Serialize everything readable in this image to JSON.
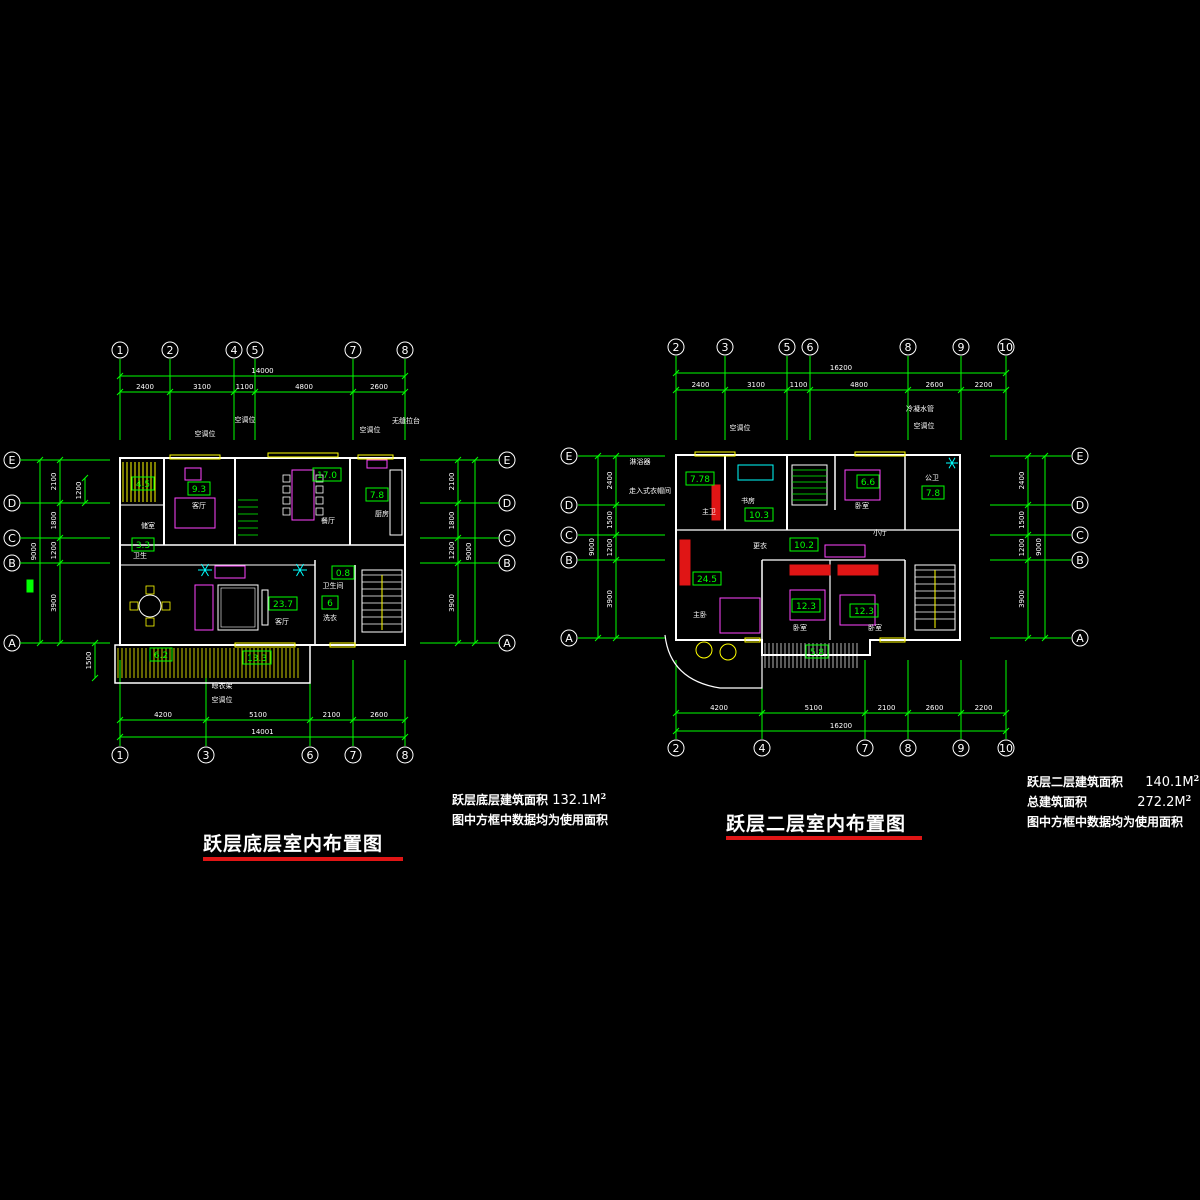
{
  "colors": {
    "background": "#000000",
    "axis": "#00ff00",
    "wall": "#ffffff",
    "furniture": "#ff44ff",
    "fixture": "#ffff00",
    "area": "#00ff00",
    "accent": "#e01515",
    "plant": "#00ffff",
    "label": "#ffffff"
  },
  "plans": [
    {
      "id": "ground",
      "title": "跃层底层室内布置图",
      "top_axes": [
        "1",
        "2",
        "4",
        "5",
        "7",
        "8"
      ],
      "bottom_axes": [
        "1",
        "3",
        "6",
        "7",
        "8"
      ],
      "left_axes": [
        "E",
        "D",
        "C",
        "B",
        "A"
      ],
      "right_axes": [
        "E",
        "D",
        "C",
        "B",
        "A"
      ],
      "top_total": "14000",
      "top_dims": [
        "2400",
        "3100",
        "1100",
        "4800",
        "2600"
      ],
      "bottom_total": "14001",
      "bottom_dims": [
        "4200",
        "5100",
        "2100",
        "2600"
      ],
      "side_total": "9000",
      "side_dims": [
        "2100",
        "1800",
        "1200",
        "3900"
      ],
      "side_extra": [
        "1200",
        "1500"
      ],
      "areas": [
        "4.5",
        "9.3",
        "17.0",
        "7.8",
        "3.3",
        "23.7",
        "0.8",
        "6",
        "6.2",
        "13.3"
      ],
      "room_labels": [
        "储室",
        "客厅",
        "餐厅",
        "厨房",
        "卫生",
        "客厅",
        "洗衣",
        "卫生间"
      ],
      "callouts": [
        "空调位",
        "空调位",
        "无缝拉台",
        "空调位",
        "晾衣架",
        "空调位"
      ]
    },
    {
      "id": "upper",
      "title": "跃层二层室内布置图",
      "top_axes": [
        "2",
        "3",
        "5",
        "6",
        "8",
        "9",
        "10"
      ],
      "bottom_axes": [
        "2",
        "4",
        "7",
        "8",
        "9",
        "10"
      ],
      "left_axes": [
        "E",
        "D",
        "C",
        "B",
        "A"
      ],
      "right_axes": [
        "E",
        "D",
        "C",
        "B",
        "A"
      ],
      "top_total": "16200",
      "top_dims": [
        "2400",
        "3100",
        "1100",
        "4800",
        "2600",
        "2200"
      ],
      "bottom_total": "16200",
      "bottom_dims": [
        "4200",
        "5100",
        "2100",
        "2600",
        "2200"
      ],
      "side_total": "9000",
      "side_dims": [
        "2400",
        "1500",
        "1200",
        "3900"
      ],
      "areas": [
        "7.78",
        "10.3",
        "6.6",
        "7.8",
        "10.2",
        "24.5",
        "12.3",
        "12.3",
        "5.8"
      ],
      "room_labels": [
        "书房",
        "卧室",
        "公卫",
        "主卫",
        "小厅",
        "主卧",
        "卧室",
        "卧室",
        "更衣"
      ],
      "callouts": [
        "空调位",
        "冷凝水管",
        "空调位",
        "淋浴器",
        "走入式衣帽间"
      ]
    }
  ],
  "notes": {
    "ground": {
      "area_label": "跃层底层建筑面积",
      "area_value": "132.1M",
      "area_sup": "2",
      "note": "图中方框中数据均为使用面积"
    },
    "upper": {
      "area_label": "跃层二层建筑面积",
      "area_value": "140.1M",
      "area_sup": "2",
      "total_label": "总建筑面积",
      "total_value": "272.2M",
      "total_sup": "2",
      "note": "图中方框中数据均为使用面积"
    }
  }
}
